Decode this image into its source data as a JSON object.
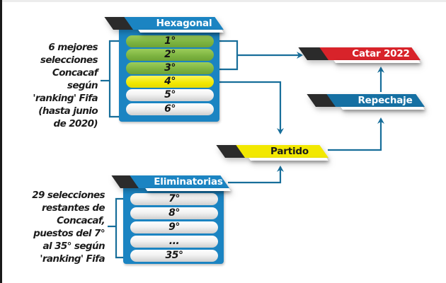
{
  "colors": {
    "panel_blue": "#1b84c2",
    "line_blue": "#176e9a",
    "green": "#7cb340",
    "yellow": "#f2e800",
    "red": "#d8232a",
    "dark": "#2b2b2b"
  },
  "hexagonal": {
    "title": "Hexagonal",
    "description": [
      "6 mejores",
      "selecciones",
      "Concacaf",
      "según",
      "'ranking' Fifa",
      "(hasta junio",
      "de 2020)"
    ],
    "positions": [
      {
        "label": "1°",
        "status": "green"
      },
      {
        "label": "2°",
        "status": "green"
      },
      {
        "label": "3°",
        "status": "green"
      },
      {
        "label": "4°",
        "status": "yellow"
      },
      {
        "label": "5°",
        "status": "white"
      },
      {
        "label": "6°",
        "status": "white"
      }
    ]
  },
  "eliminatorias": {
    "title": "Eliminatorias",
    "description": [
      "29 selecciones",
      "restantes de",
      "Concacaf,",
      "puestos del 7°",
      "al 35° según",
      "'ranking' Fifa"
    ],
    "positions": [
      {
        "label": "7°"
      },
      {
        "label": "8°"
      },
      {
        "label": "9°"
      },
      {
        "label": "..."
      },
      {
        "label": "35°"
      }
    ]
  },
  "stages": {
    "partido": "Partido",
    "repechaje": "Repechaje",
    "final": "Catar 2022"
  }
}
